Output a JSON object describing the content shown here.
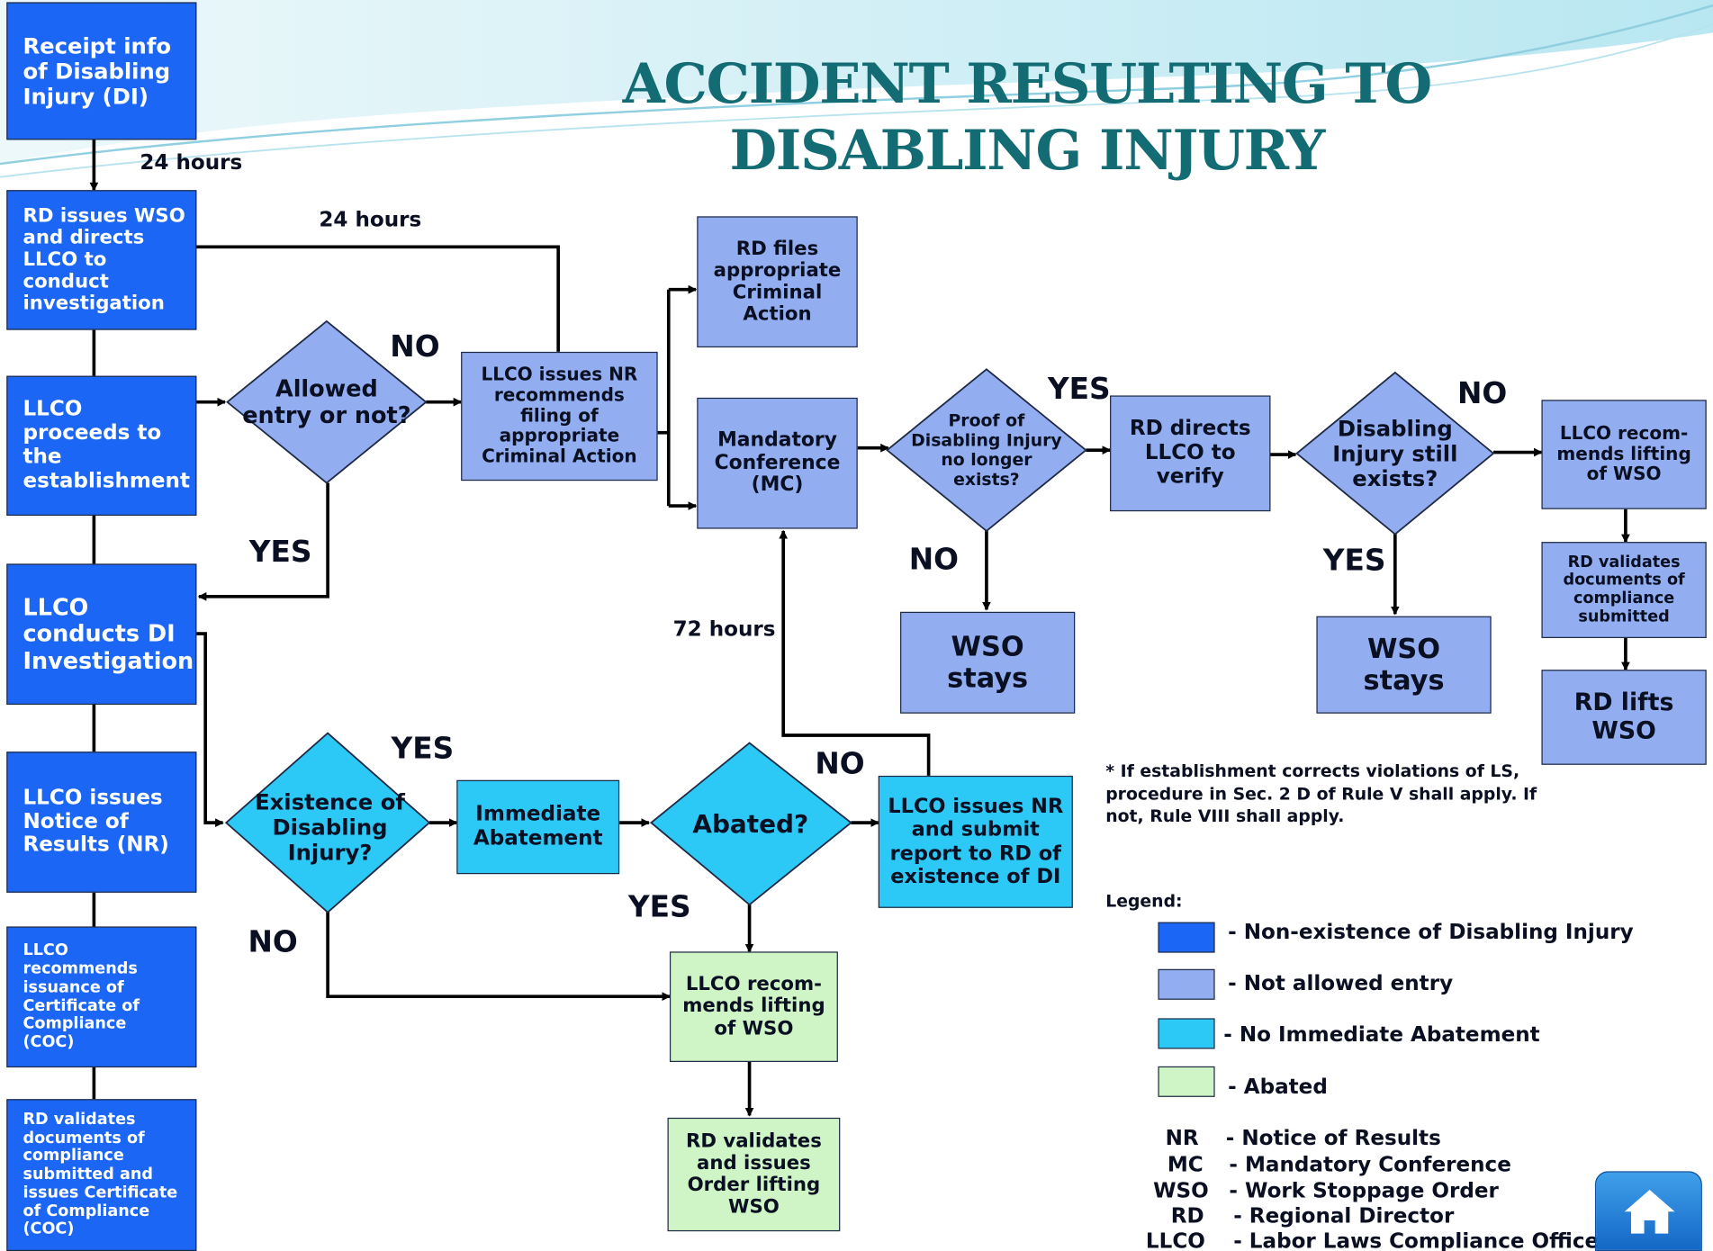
{
  "title": {
    "line1": "ACCIDENT RESULTING TO",
    "line2": "DISABLING INJURY"
  },
  "boxes": {
    "receipt": "Receipt info\nof Disabling\nInjury (DI)",
    "rd_issues_wso": "RD issues WSO\nand directs\nLLCO to\nconduct\ninvestigation",
    "llco_proceeds": "LLCO\nproceeds    to\nthe\nestablishment",
    "llco_conducts": "LLCO\nconducts  DI\nInvestigation",
    "llco_issues_nr": "LLCO issues\nNotice of\nResults (NR)",
    "llco_recommends_coc": "LLCO\nrecommends\nissuance of\nCertificate of\nCompliance\n(COC)",
    "rd_validates_coc": "RD  validates\ndocuments of\ncompliance\nsubmitted and\nissues Certificate\nof Compliance\n(COC)",
    "rd_files_criminal": "RD files\nappropriate\nCriminal\nAction",
    "llco_nr_criminal": "LLCO issues NR\nrecommends\nfiling of\nappropriate\nCriminal Action",
    "mandatory_conference": "Mandatory\nConference\n(MC)",
    "rd_directs_verify": "RD directs\nLLCO to\nverify",
    "llco_recommends_lifting_top": "LLCO recom-\nmends lifting\nof WSO",
    "rd_validates_top": "RD  validates\ndocuments of\ncompliance\nsubmitted",
    "rd_lifts_wso": "RD lifts\nWSO",
    "wso_stays_1": "WSO\nstays",
    "wso_stays_2": "WSO\nstays",
    "immediate_abatement": "Immediate\nAbatement",
    "llco_nr_report": "LLCO issues NR\nand submit\nreport to RD of\nexistence of DI",
    "llco_recommends_lifting_bottom": "LLCO recom-\nmends lifting\nof WSO",
    "rd_validates_order": "RD validates\nand issues\nOrder lifting\nWSO"
  },
  "decisions": {
    "allowed_entry": "Allowed\nentry or not?",
    "proof_di": "Proof of\nDisabling Injury\nno longer\nexists?",
    "di_still_exists": "Disabling\nInjury still\nexists?",
    "existence_di": "Existence of\nDisabling\nInjury?",
    "abated": "Abated?"
  },
  "labels": {
    "h24_a": "24 hours",
    "h24_b": "24 hours",
    "h72": "72 hours",
    "no": "NO",
    "yes": "YES"
  },
  "note": "* If establishment corrects violations of LS, procedure in Sec. 2 D of Rule V shall apply.  If not, Rule VIII shall apply.",
  "legend": {
    "title": "Legend:",
    "items": [
      {
        "text": "- Non-existence of Disabling Injury",
        "color": "#1c66f5"
      },
      {
        "text": "- Not allowed entry",
        "color": "#93aef0"
      },
      {
        "text": "- No Immediate Abatement",
        "color": "#2cc9f7"
      },
      {
        "text": "- Abated",
        "color": "#cff5c6"
      }
    ],
    "abbreviations": [
      {
        "key": "NR",
        "value": "-  Notice of Results"
      },
      {
        "key": "MC",
        "value": "-  Mandatory Conference"
      },
      {
        "key": "WSO",
        "value": "-  Work Stoppage Order"
      },
      {
        "key": "RD",
        "value": "-  Regional Director"
      },
      {
        "key": "LLCO",
        "value": "-  Labor Laws Compliance Officer"
      }
    ]
  },
  "colors": {
    "dark": "#1c66f5",
    "light": "#93aef0",
    "cyan": "#2cc9f7",
    "green": "#cff5c6",
    "title": "#136b73"
  },
  "icons": {
    "home": "home-icon"
  }
}
